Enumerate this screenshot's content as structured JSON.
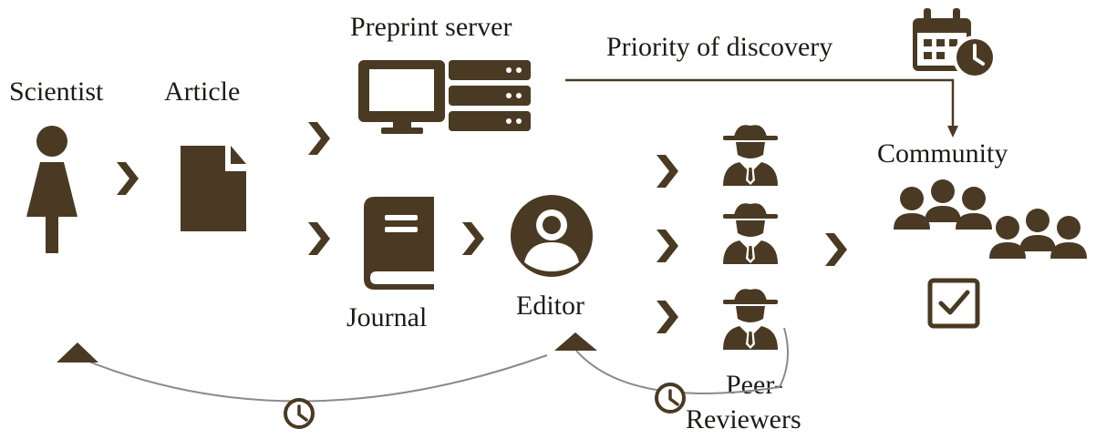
{
  "labels": {
    "scientist": "Scientist",
    "article": "Article",
    "preprint_server": "Preprint server",
    "priority_of_discovery": "Priority of discovery",
    "community": "Community",
    "journal": "Journal",
    "editor": "Editor",
    "peer_reviewers_line1": "Peer-",
    "peer_reviewers_line2": "Reviewers"
  },
  "colors": {
    "icon": "#4a3a23",
    "curve": "#8a8a8a",
    "text": "#1e1a14"
  },
  "icons": [
    "person-icon",
    "document-icon",
    "monitor-icon",
    "server-icon",
    "calendar-clock-icon",
    "book-icon",
    "user-circle-icon",
    "spy-icon",
    "group-icon",
    "checkbox-icon",
    "clock-icon",
    "chevron-right-icon"
  ]
}
